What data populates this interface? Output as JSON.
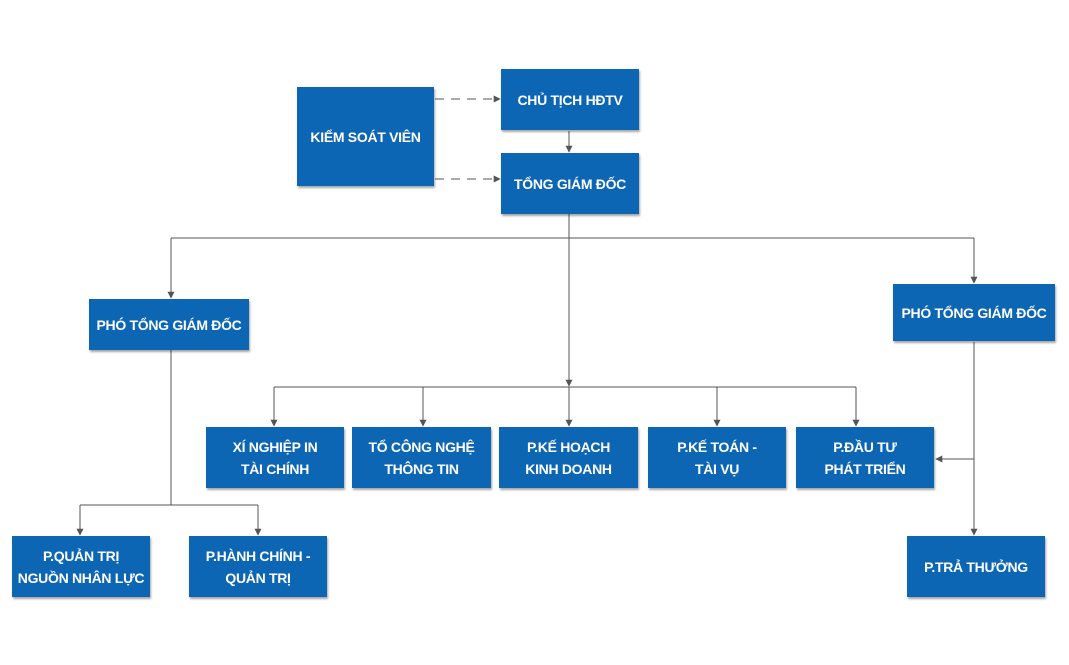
{
  "colors": {
    "box": "#0d66b3",
    "text": "#ffffff",
    "line": "#555555"
  },
  "nodes": {
    "kiem_soat_vien": [
      "KIỂM SOÁT VIÊN"
    ],
    "chu_tich": [
      "CHỦ TỊCH HĐTV"
    ],
    "tong_giam_doc": [
      "TỔNG GIÁM ĐỐC"
    ],
    "pho_tgd_left": [
      "PHÓ TỔNG GIÁM ĐỐC"
    ],
    "pho_tgd_right": [
      "PHÓ TỔNG GIÁM ĐỐC"
    ],
    "xi_nghiep_in": [
      "XÍ NGHIỆP IN",
      "TÀI CHÍNH"
    ],
    "to_cong_nghe": [
      "TỔ CÔNG NGHỆ",
      "THÔNG TIN"
    ],
    "p_ke_hoach": [
      "P.KẾ HOẠCH",
      "KINH DOANH"
    ],
    "p_ke_toan": [
      "P.KẾ TOÁN -",
      "TÀI VỤ"
    ],
    "p_dau_tu": [
      "P.ĐẦU TƯ",
      "PHÁT TRIỂN"
    ],
    "p_quan_tri": [
      "P.QUẢN TRỊ",
      "NGUỒN NHÂN LỰC"
    ],
    "p_hanh_chinh": [
      "P.HÀNH CHÍNH -",
      "QUẢN TRỊ"
    ],
    "p_tra_thuong": [
      "P.TRẢ THƯỞNG"
    ]
  }
}
